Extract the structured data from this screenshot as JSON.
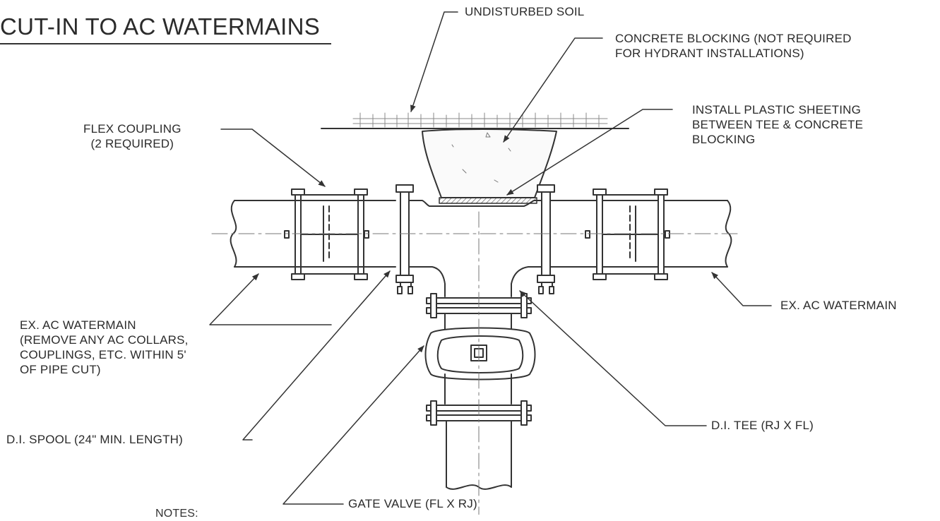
{
  "title": "CUT-IN TO AC WATERMAINS",
  "labels": {
    "undisturbed_soil": "UNDISTURBED SOIL",
    "concrete_blocking": "CONCRETE BLOCKING (NOT REQUIRED\nFOR HYDRANT INSTALLATIONS)",
    "plastic_sheeting": "INSTALL PLASTIC SHEETING\nBETWEEN TEE & CONCRETE\nBLOCKING",
    "flex_coupling": "FLEX COUPLING\n(2 REQUIRED)",
    "ex_ac_watermain_left": "EX. AC WATERMAIN\n(REMOVE ANY AC COLLARS,\nCOUPLINGS, ETC. WITHIN 5'\nOF PIPE CUT)",
    "ex_ac_watermain_right": "EX. AC WATERMAIN",
    "di_spool": "D.I. SPOOL (24\" MIN. LENGTH)",
    "di_tee": "D.I. TEE (RJ X FL)",
    "gate_valve": "GATE VALVE (FL X RJ)",
    "notes": "NOTES:"
  }
}
